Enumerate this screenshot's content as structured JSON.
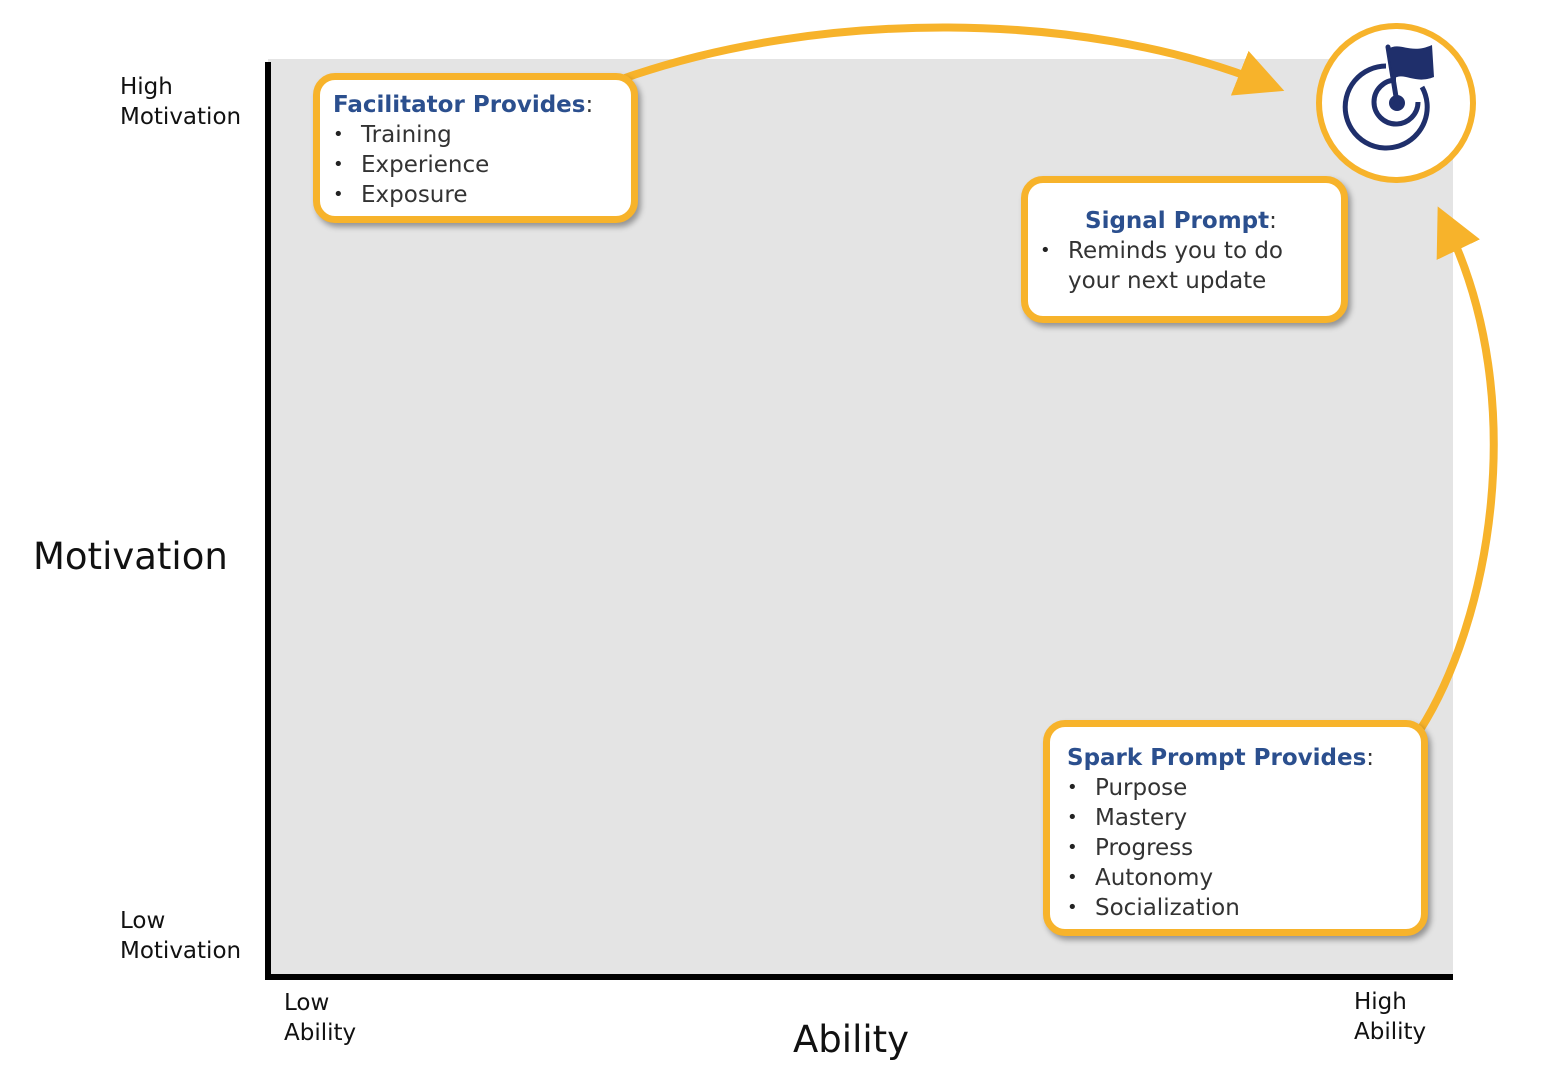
{
  "y_axis": {
    "title": "Motivation",
    "high": [
      "High",
      "Motivation"
    ],
    "low": [
      "Low",
      "Motivation"
    ]
  },
  "x_axis": {
    "title": "Ability",
    "low": [
      "Low",
      "Ability"
    ],
    "high": [
      "High",
      "Ability"
    ]
  },
  "facilitator": {
    "title": "Facilitator Provides",
    "colon": ":",
    "items": [
      "Training",
      "Experience",
      "Exposure"
    ]
  },
  "signal": {
    "title": "Signal Prompt",
    "colon": ":",
    "items": [
      "Reminds you to do your next update"
    ]
  },
  "spark": {
    "title": "Spark Prompt Provides",
    "colon": ":",
    "items": [
      "Purpose",
      "Mastery",
      "Progress",
      "Autonomy",
      "Socialization"
    ]
  },
  "icons": {
    "goal": "target-flag-icon"
  },
  "colors": {
    "accent": "#f7b32b",
    "title_blue": "#2b4f8e",
    "icon_navy": "#1f2f6b",
    "plot_bg": "#e4e4e4"
  }
}
